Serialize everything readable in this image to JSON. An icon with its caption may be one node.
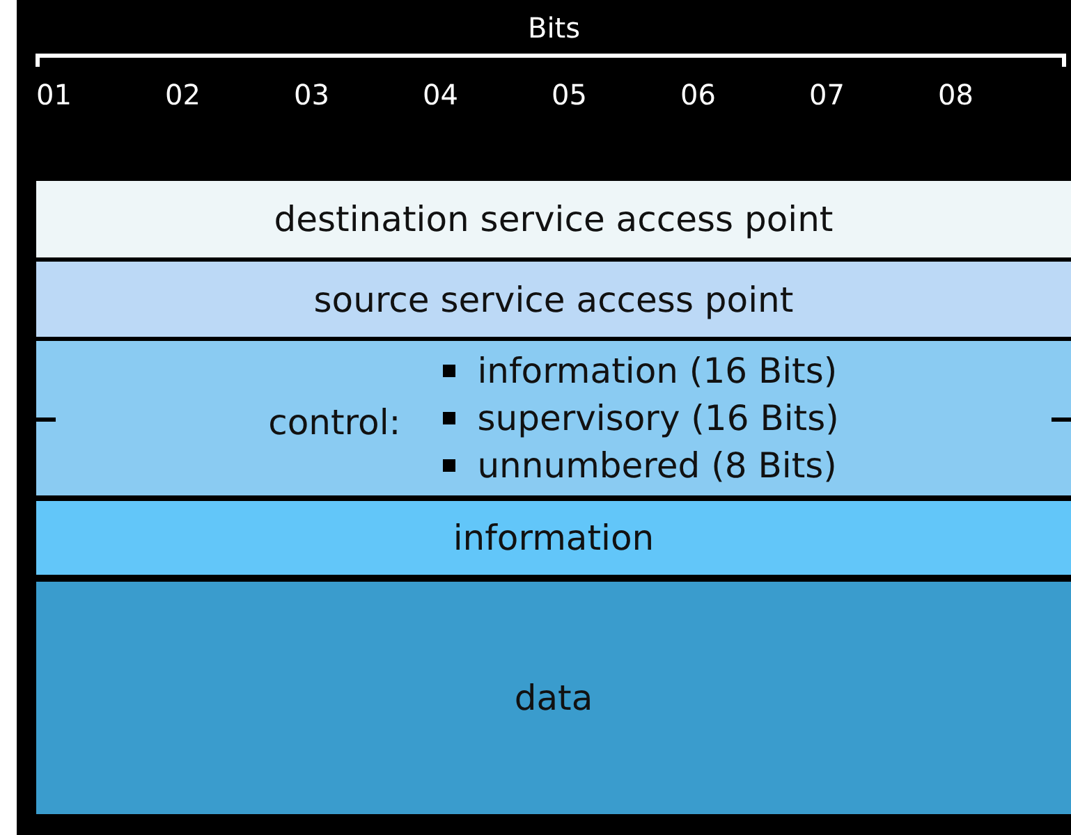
{
  "diagram": {
    "nodes": [
      {
        "text": [
          "destination service access point"
        ]
      },
      {
        "text": [
          "source service access point"
        ]
      },
      {
        "text": [
          "control:",
          "information (16 Bits)",
          "supervisory (16 Bits)",
          "unnumbered (8 Bits)"
        ]
      },
      {
        "text": [
          "information"
        ]
      },
      {
        "text": [
          "data"
        ]
      }
    ],
    "edges": [],
    "labels": [
      "Bits",
      "01",
      "02",
      "03",
      "04",
      "05",
      "06",
      "07",
      "08"
    ]
  }
}
